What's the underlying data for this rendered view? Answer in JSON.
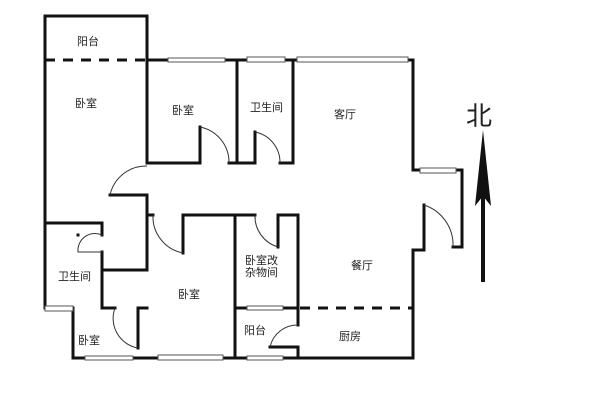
{
  "rooms": {
    "balcony_top": "阳台",
    "bedroom_left": "卧室",
    "bedroom_top": "卧室",
    "bathroom_top": "卫生间",
    "living_room": "客厅",
    "bathroom_left": "卫生间",
    "bedroom_middle": "卧室",
    "storage_line1": "卧室改",
    "storage_line2": "杂物间",
    "dining_room": "餐厅",
    "bedroom_small": "卧室",
    "balcony_bottom": "阳台",
    "kitchen": "厨房"
  },
  "compass": {
    "label": "北"
  },
  "colors": {
    "wall": "#111111",
    "window": "#888888"
  }
}
